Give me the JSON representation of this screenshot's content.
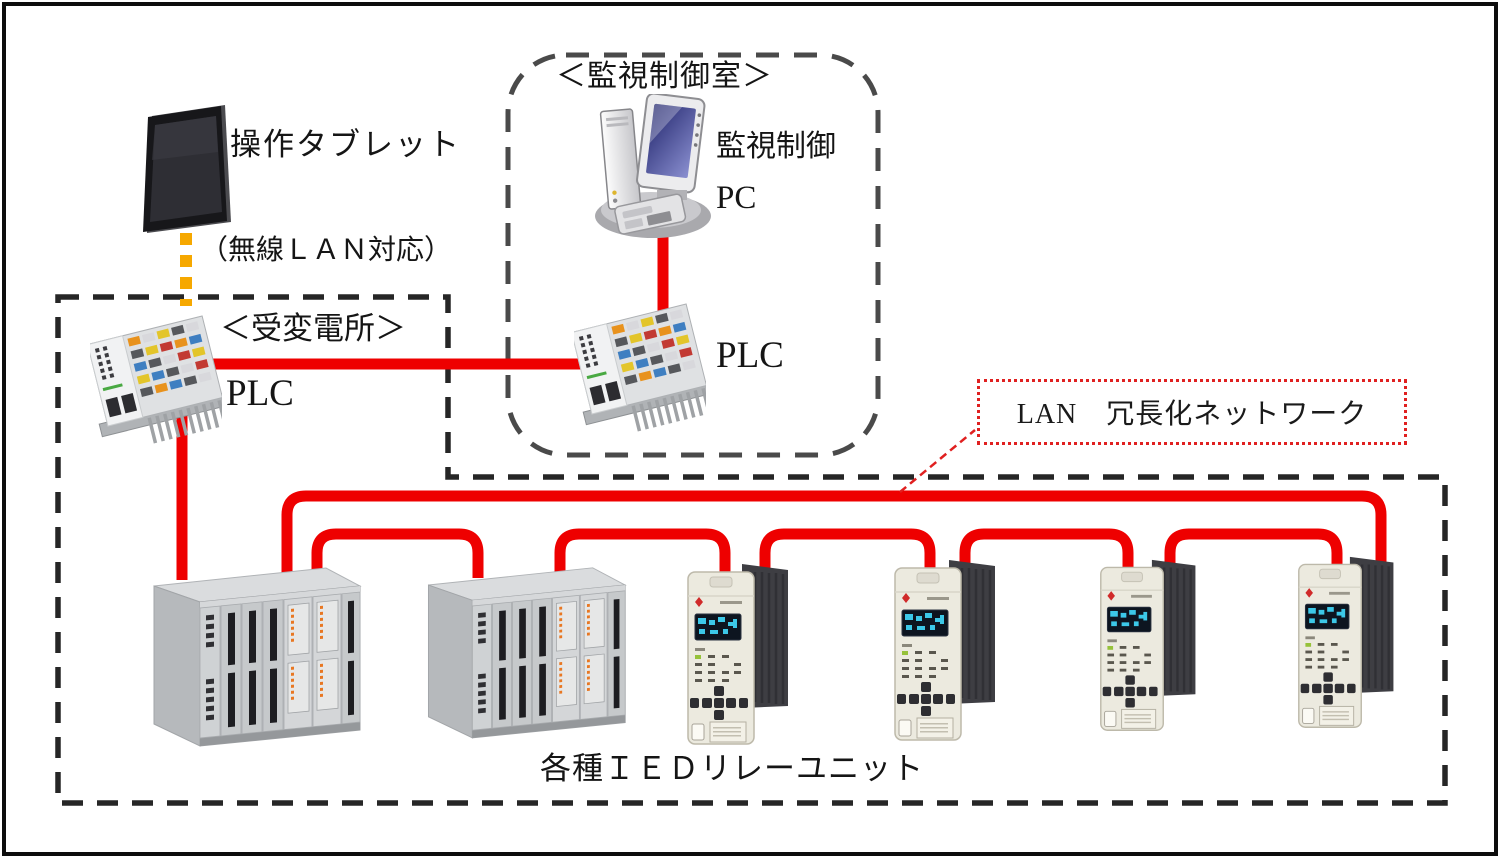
{
  "diagram": {
    "title_context": "substation-monitoring-network-diagram",
    "labels": {
      "tablet": "操作タブレット",
      "wireless": "（無線ＬＡＮ対応）",
      "control_room": "＜監視制御室＞",
      "pc_line1": "監視制御",
      "pc_line2": "PC",
      "plc_center": "PLC",
      "substation": "＜受変電所＞",
      "plc_left": "PLC",
      "lan": "LAN　冗長化ネットワーク",
      "ied_caption": "各種ＩＥＤリレーユニット"
    },
    "colors": {
      "bus_red": "#ee0000",
      "wireless_orange": "#f6a800",
      "boundary_dark": "#262626",
      "boundary_gray": "#4a4a4a",
      "lan_border_red": "#e02020",
      "device_gray": "#c9ccce",
      "ied_beige": "#eceadf",
      "lcd_blue": "#0d1520",
      "lcd_cyan": "#3cc8e8",
      "pc_screen_blue": "#2a2e78"
    },
    "icons": {
      "tablet": "tablet-icon",
      "pc": "desktop-pc-icon",
      "plc_left": "plc-module-icon",
      "plc_center": "plc-module-icon",
      "rack1": "relay-rack-icon",
      "rack2": "relay-rack-icon",
      "ied1": "ied-relay-unit-icon",
      "ied2": "ied-relay-unit-icon",
      "ied3": "ied-relay-unit-icon",
      "ied4": "ied-relay-unit-icon"
    }
  }
}
